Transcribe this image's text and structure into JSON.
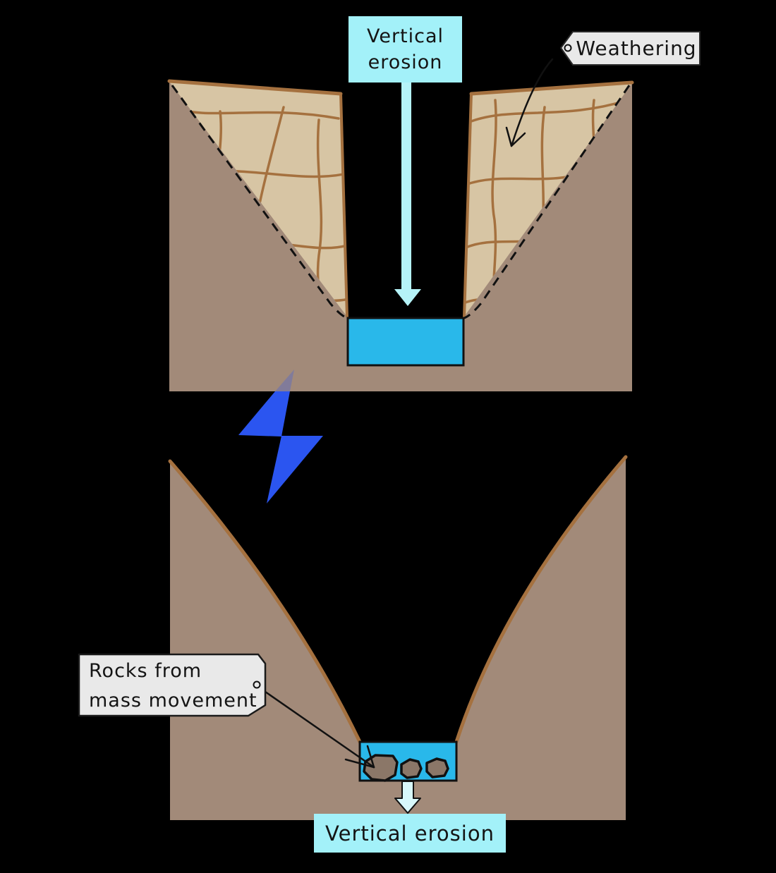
{
  "scene": {
    "top_diagram": {
      "label": {
        "line1": "Vertical",
        "line2": "erosion"
      },
      "weathering_tag": {
        "text": "Weathering"
      }
    },
    "transition": {
      "symbol_name": "lightning-bolt"
    },
    "bottom_diagram": {
      "rocks_tag": {
        "line1": "Rocks from",
        "line2": "mass movement"
      },
      "label": {
        "text": "Vertical erosion"
      }
    }
  },
  "colors": {
    "background": "#000000",
    "terrain_brown": "#A28A79",
    "weathered_rock_tan": "#D7C5A4",
    "crack_line_brown": "#A5713F",
    "water_blue": "#29B8EA",
    "label_cyan": "#A3F1F9",
    "arrow_cyan": "#B5F3F8",
    "bottom_arrow_cyan": "#D8F8FB",
    "lightning_blue": "#2B55F0",
    "tag_grey": "#E9E9E9",
    "boulder_brown": "#8B7768",
    "outline_black": "#111111"
  },
  "icons": {
    "lightning_bolt": "⚡",
    "down_arrow": "↓",
    "tag_hole": "◦"
  }
}
